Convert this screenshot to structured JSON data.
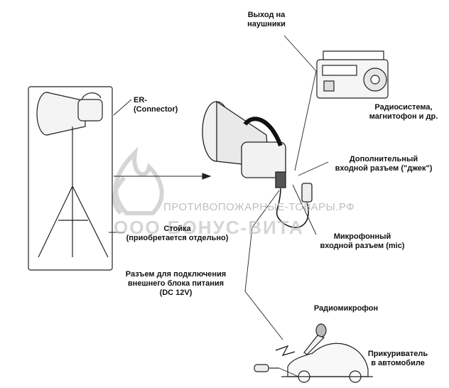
{
  "labels": {
    "headphones_out": "Выход на\nнаушники",
    "er_connector": "ER-(Connector)",
    "radio_system": "Радиосистема,\nмагнитофон и др.",
    "aux_input": "Дополнительный\nвходной разъем (\"джек\")",
    "stand": "Стойка\n(приобретается отдельно)",
    "mic_input": "Микрофонный\nвходной разъем (mic)",
    "power_connector": "Разъем для подключения\nвнешнего блока питания\n(DC  12V)",
    "radio_mic": "Радиомикрофон",
    "cigarette_lighter": "Прикуриватель\nв автомобиле"
  },
  "watermark": {
    "site": "ПРОТИВОПОЖАРНЫЕ-ТОВАРЫ.РФ",
    "company": "ООО БОНУС-ВИТА"
  },
  "colors": {
    "ink": "#111111",
    "watermark": "#bfbfbf",
    "panel_border": "#222222",
    "device_fill": "#eeeeee"
  }
}
